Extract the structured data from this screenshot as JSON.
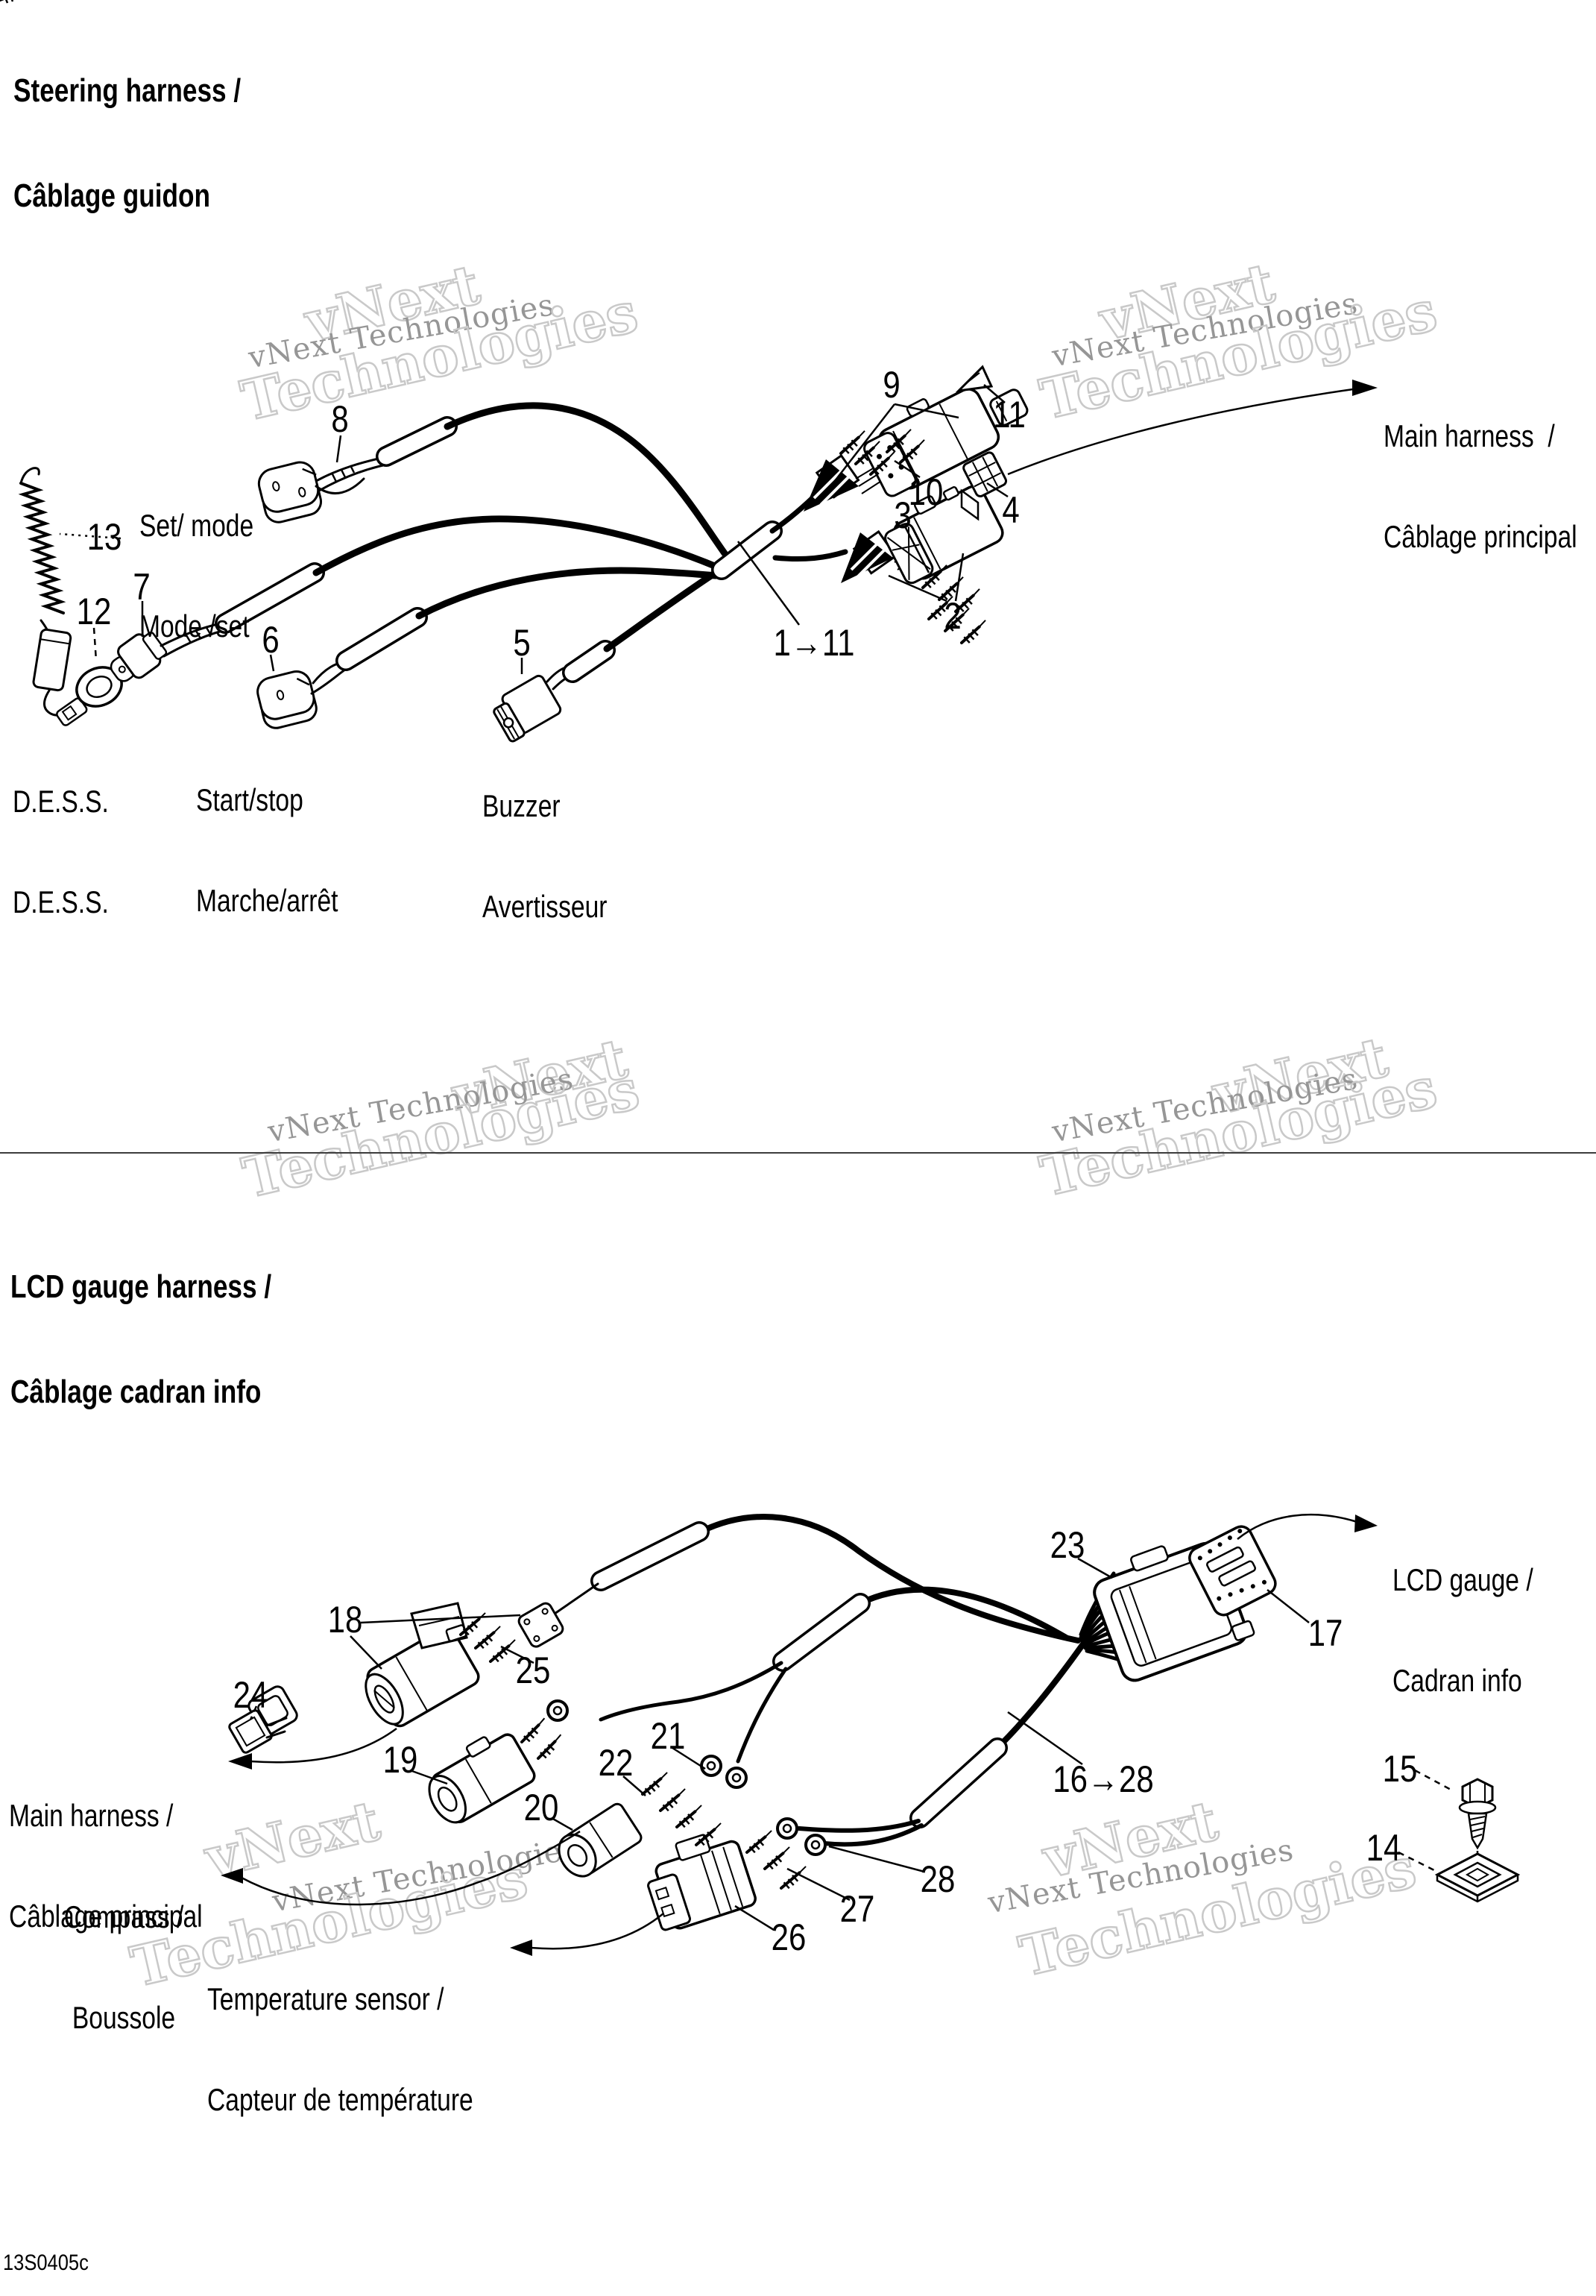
{
  "doc": {
    "code": "13S0405c"
  },
  "watermark": {
    "serif_text": "vNext Technologies",
    "outline_word1": "vNext",
    "outline_word2": "Technologies"
  },
  "steering": {
    "title_line1": "Steering harness /",
    "title_line2": "Câblage guidon",
    "callouts": {
      "c8": "8",
      "c13": "13",
      "c12": "12",
      "c7": "7",
      "c6": "6",
      "c5": "5",
      "c9": "9",
      "c10": "10",
      "c3": "3",
      "c11": "11",
      "c4": "4",
      "c2": "2",
      "c1_11": "1→11"
    },
    "labels": {
      "set_mode": {
        "line1": "Set/ mode",
        "line2": "Mode /set"
      },
      "dess": {
        "line1": "D.E.S.S.",
        "line2": "D.E.S.S."
      },
      "start_stop": {
        "line1": "Start/stop",
        "line2": "Marche/arrêt"
      },
      "buzzer": {
        "line1": "Buzzer",
        "line2": "Avertisseur"
      },
      "main_harness": {
        "line1": "Main harness  /",
        "line2": "Câblage principal"
      }
    }
  },
  "lcd": {
    "title_line1": "LCD gauge harness /",
    "title_line2": "Câblage cadran info",
    "callouts": {
      "c23": "23",
      "c17": "17",
      "c18": "18",
      "c25": "25",
      "c24": "24",
      "c19": "19",
      "c20": "20",
      "c21": "21",
      "c22": "22",
      "c26": "26",
      "c27": "27",
      "c28": "28",
      "c15": "15",
      "c14": "14",
      "c16_28": "16→28"
    },
    "labels": {
      "lcd_gauge": {
        "line1": "LCD gauge /",
        "line2": "Cadran info"
      },
      "main_harness": {
        "line1": "Main harness /",
        "line2": "Câblage principal"
      },
      "compass": {
        "line1": "Compass /",
        "line2": "Boussole"
      },
      "temp_sensor": {
        "line1": "Temperature sensor /",
        "line2": "Capteur de température"
      }
    }
  }
}
